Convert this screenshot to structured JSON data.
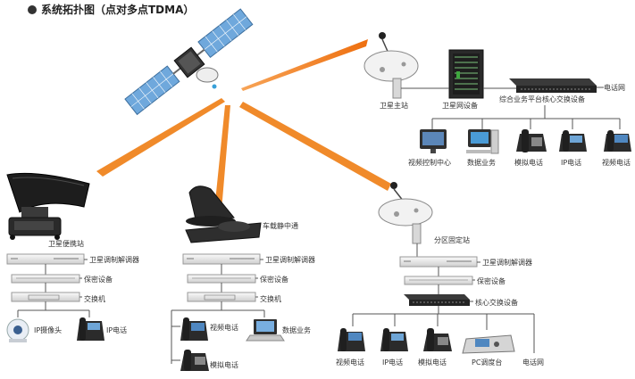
{
  "header": {
    "title": "系统拓扑图（点对多点TDMA）"
  },
  "colors": {
    "beam": "#f07d1a",
    "line": "#444444",
    "device_light": "#e6e6e6",
    "device_dark": "#2b2b2b",
    "accent_blue": "#2f6fb3"
  },
  "hub": {
    "main_station": "卫星主站",
    "network_equipment": "卫星网设备",
    "core_switch": "综合业务平台核心交换设备",
    "phone_network": "电话网",
    "terminals": [
      "视频控制中心",
      "数据业务",
      "模拟电话",
      "IP电话",
      "视频电话"
    ]
  },
  "portable": {
    "station": "卫星便携站",
    "modem": "卫星调制解调器",
    "crypto": "保密设备",
    "switch": "交换机",
    "terminals": [
      "IP摄像头",
      "IP电话"
    ]
  },
  "vehicle": {
    "station": "车载静中通",
    "modem": "卫星调制解调器",
    "crypto": "保密设备",
    "switch": "交换机",
    "terminals": [
      "视频电话",
      "数据业务",
      "模拟电话"
    ]
  },
  "branch": {
    "station": "分区固定站",
    "modem": "卫星调制解调器",
    "crypto": "保密设备",
    "core_switch": "核心交换设备",
    "terminals": [
      "视频电话",
      "IP电话",
      "模拟电话",
      "PC调度台",
      "电话网"
    ]
  }
}
